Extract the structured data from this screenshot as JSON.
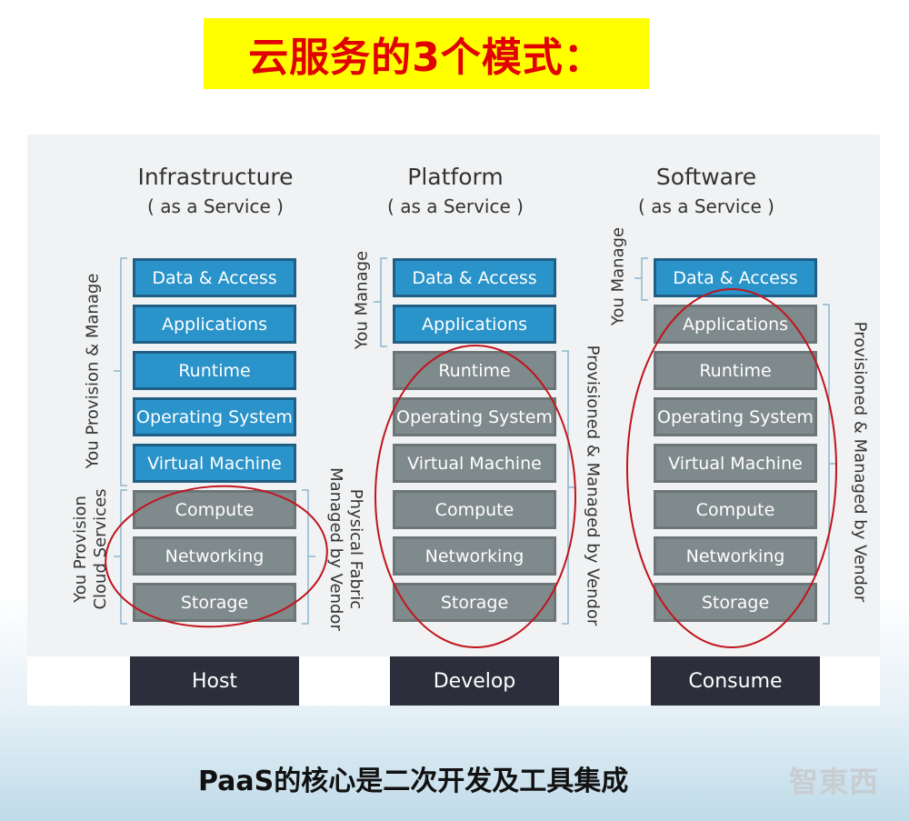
{
  "header": {
    "title": "云服务的3个模式："
  },
  "columns": [
    {
      "title": "Infrastructure",
      "subtitle": "( as a Service )",
      "layers": [
        "Data & Access",
        "Applications",
        "Runtime",
        "Operating System",
        "Virtual Machine",
        "Compute",
        "Networking",
        "Storage"
      ],
      "footer": "Host",
      "left_label_top": "You Provision & Manage",
      "left_label_bottom_1": "You Provision",
      "left_label_bottom_2": "Cloud Services",
      "right_label_1": "Physical Fabric",
      "right_label_2": "Managed by Vendor"
    },
    {
      "title": "Platform",
      "subtitle": "( as a Service )",
      "layers": [
        "Data & Access",
        "Applications",
        "Runtime",
        "Operating System",
        "Virtual Machine",
        "Compute",
        "Networking",
        "Storage"
      ],
      "footer": "Develop",
      "left_label": "You Manage",
      "right_label": "Provisioned & Managed by Vendor"
    },
    {
      "title": "Software",
      "subtitle": "( as a Service )",
      "layers": [
        "Data & Access",
        "Applications",
        "Runtime",
        "Operating System",
        "Virtual Machine",
        "Compute",
        "Networking",
        "Storage"
      ],
      "footer": "Consume",
      "left_label": "You Manage",
      "right_label": "Provisioned & Managed by Vendor"
    }
  ],
  "caption": {
    "text": "PaaS的核心是二次开发及工具集成"
  },
  "watermark": {
    "text": "智東西"
  },
  "colors": {
    "banner_bg": "#ffff00",
    "banner_text": "#e00000",
    "layer_blue": "#2a93c9",
    "layer_gray": "#7f8a8c",
    "footer_bg": "#2d2e3b",
    "ellipse": "#c0141c"
  }
}
